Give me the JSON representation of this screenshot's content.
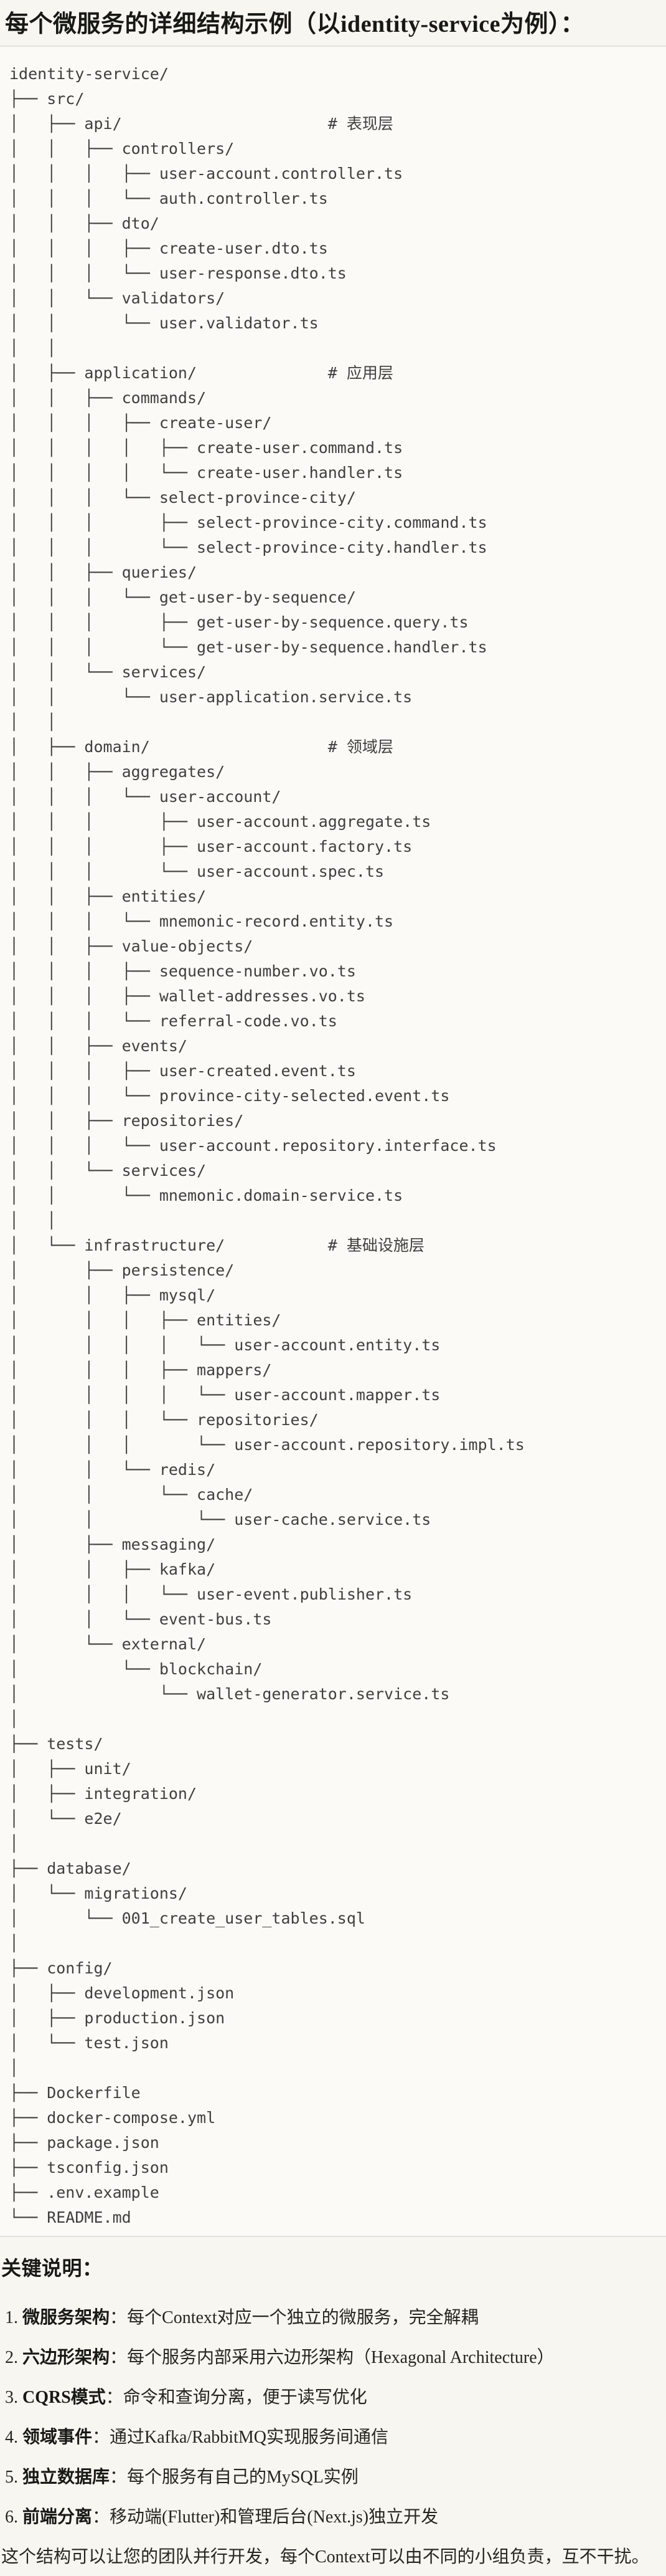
{
  "page": {
    "title": "每个微服务的详细结构示例（以identity-service为例）："
  },
  "tree": {
    "lines": [
      "identity-service/",
      "├── src/",
      "│   ├── api/                      # 表现层",
      "│   │   ├── controllers/",
      "│   │   │   ├── user-account.controller.ts",
      "│   │   │   └── auth.controller.ts",
      "│   │   ├── dto/",
      "│   │   │   ├── create-user.dto.ts",
      "│   │   │   └── user-response.dto.ts",
      "│   │   └── validators/",
      "│   │       └── user.validator.ts",
      "│   │",
      "│   ├── application/              # 应用层",
      "│   │   ├── commands/",
      "│   │   │   ├── create-user/",
      "│   │   │   │   ├── create-user.command.ts",
      "│   │   │   │   └── create-user.handler.ts",
      "│   │   │   └── select-province-city/",
      "│   │   │       ├── select-province-city.command.ts",
      "│   │   │       └── select-province-city.handler.ts",
      "│   │   ├── queries/",
      "│   │   │   └── get-user-by-sequence/",
      "│   │   │       ├── get-user-by-sequence.query.ts",
      "│   │   │       └── get-user-by-sequence.handler.ts",
      "│   │   └── services/",
      "│   │       └── user-application.service.ts",
      "│   │",
      "│   ├── domain/                   # 领域层",
      "│   │   ├── aggregates/",
      "│   │   │   └── user-account/",
      "│   │   │       ├── user-account.aggregate.ts",
      "│   │   │       ├── user-account.factory.ts",
      "│   │   │       └── user-account.spec.ts",
      "│   │   ├── entities/",
      "│   │   │   └── mnemonic-record.entity.ts",
      "│   │   ├── value-objects/",
      "│   │   │   ├── sequence-number.vo.ts",
      "│   │   │   ├── wallet-addresses.vo.ts",
      "│   │   │   └── referral-code.vo.ts",
      "│   │   ├── events/",
      "│   │   │   ├── user-created.event.ts",
      "│   │   │   └── province-city-selected.event.ts",
      "│   │   ├── repositories/",
      "│   │   │   └── user-account.repository.interface.ts",
      "│   │   └── services/",
      "│   │       └── mnemonic.domain-service.ts",
      "│   │",
      "│   └── infrastructure/           # 基础设施层",
      "│       ├── persistence/",
      "│       │   ├── mysql/",
      "│       │   │   ├── entities/",
      "│       │   │   │   └── user-account.entity.ts",
      "│       │   │   ├── mappers/",
      "│       │   │   │   └── user-account.mapper.ts",
      "│       │   │   └── repositories/",
      "│       │   │       └── user-account.repository.impl.ts",
      "│       │   └── redis/",
      "│       │       └── cache/",
      "│       │           └── user-cache.service.ts",
      "│       ├── messaging/",
      "│       │   ├── kafka/",
      "│       │   │   └── user-event.publisher.ts",
      "│       │   └── event-bus.ts",
      "│       └── external/",
      "│           └── blockchain/",
      "│               └── wallet-generator.service.ts",
      "│",
      "├── tests/",
      "│   ├── unit/",
      "│   ├── integration/",
      "│   └── e2e/",
      "│",
      "├── database/",
      "│   └── migrations/",
      "│       └── 001_create_user_tables.sql",
      "│",
      "├── config/",
      "│   ├── development.json",
      "│   ├── production.json",
      "│   └── test.json",
      "│",
      "├── Dockerfile",
      "├── docker-compose.yml",
      "├── package.json",
      "├── tsconfig.json",
      "├── .env.example",
      "└── README.md"
    ]
  },
  "notes": {
    "heading": "关键说明：",
    "items": [
      {
        "num": "1.",
        "label": "微服务架构",
        "text": "：每个Context对应一个独立的微服务，完全解耦"
      },
      {
        "num": "2.",
        "label": "六边形架构",
        "text": "：每个服务内部采用六边形架构（Hexagonal Architecture）"
      },
      {
        "num": "3.",
        "label": "CQRS模式",
        "text": "：命令和查询分离，便于读写优化"
      },
      {
        "num": "4.",
        "label": "领域事件",
        "text": "：通过Kafka/RabbitMQ实现服务间通信"
      },
      {
        "num": "5.",
        "label": "独立数据库",
        "text": "：每个服务有自己的MySQL实例"
      },
      {
        "num": "6.",
        "label": "前端分离",
        "text": "：移动端(Flutter)和管理后台(Next.js)独立开发"
      }
    ],
    "closing": "这个结构可以让您的团队并行开发，每个Context可以由不同的小组负责，互不干扰。"
  },
  "colors": {
    "page_background": "#f7f6f1",
    "code_background": "#fbfaf7",
    "divider": "#e3e2dd",
    "tree_text": "#413f3b",
    "heading_text": "#181815",
    "body_text": "#26251f"
  }
}
